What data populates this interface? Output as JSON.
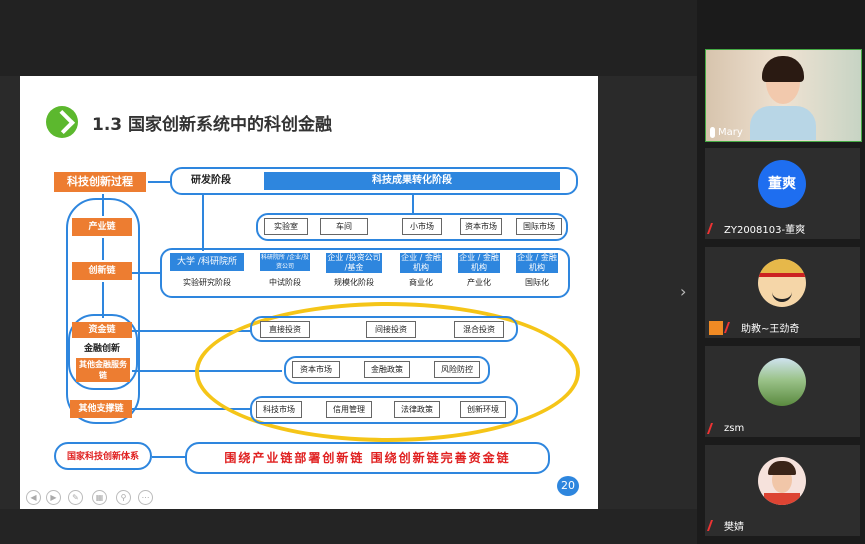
{
  "slide": {
    "title": "1.3 国家创新系统中的科创金融",
    "left_column": {
      "process": "科技创新过程",
      "industry_chain": "产业链",
      "innovation_chain": "创新链",
      "capital_chain": "资金链",
      "financial_innovation": "金融创新",
      "other_finance": "其他金融服务链",
      "other_support": "其他支撑链",
      "national_system": "国家科技创新体系"
    },
    "stages": {
      "rd": "研发阶段",
      "transfer": "科技成果转化阶段"
    },
    "markets": [
      "实验室",
      "车间",
      "小市场",
      "资本市场",
      "国际市场"
    ],
    "entities": [
      {
        "top": "大学 /科研院所",
        "bottom": "实验研究阶段"
      },
      {
        "top": "科研院所 /企业/投资公司",
        "bottom": "中试阶段"
      },
      {
        "top": "企业 /投资公司 /基金",
        "bottom": "规模化阶段"
      },
      {
        "top": "企业 / 金融机构",
        "bottom": "商业化"
      },
      {
        "top": "企业 / 金融机构",
        "bottom": "产业化"
      },
      {
        "top": "企业 / 金融机构",
        "bottom": "国际化"
      }
    ],
    "investments": [
      "直接投资",
      "间接投资",
      "混合投资"
    ],
    "finance_env": [
      "资本市场",
      "金融政策",
      "风险防控"
    ],
    "support": [
      "科技市场",
      "信用管理",
      "法律政策",
      "创新环境"
    ],
    "slogan": "围绕产业链部署创新链 围绕创新链完善资金链",
    "page_number": "20"
  },
  "participants": [
    {
      "name": "Mary",
      "type": "video"
    },
    {
      "name": "ZY2008103-董爽",
      "avatar_text": "董爽",
      "color": "#1e6ef0"
    },
    {
      "name": "助教~王劲奇",
      "type": "cartoon"
    },
    {
      "name": "zsm",
      "type": "landscape"
    },
    {
      "name": "樊婧",
      "type": "photo"
    }
  ]
}
